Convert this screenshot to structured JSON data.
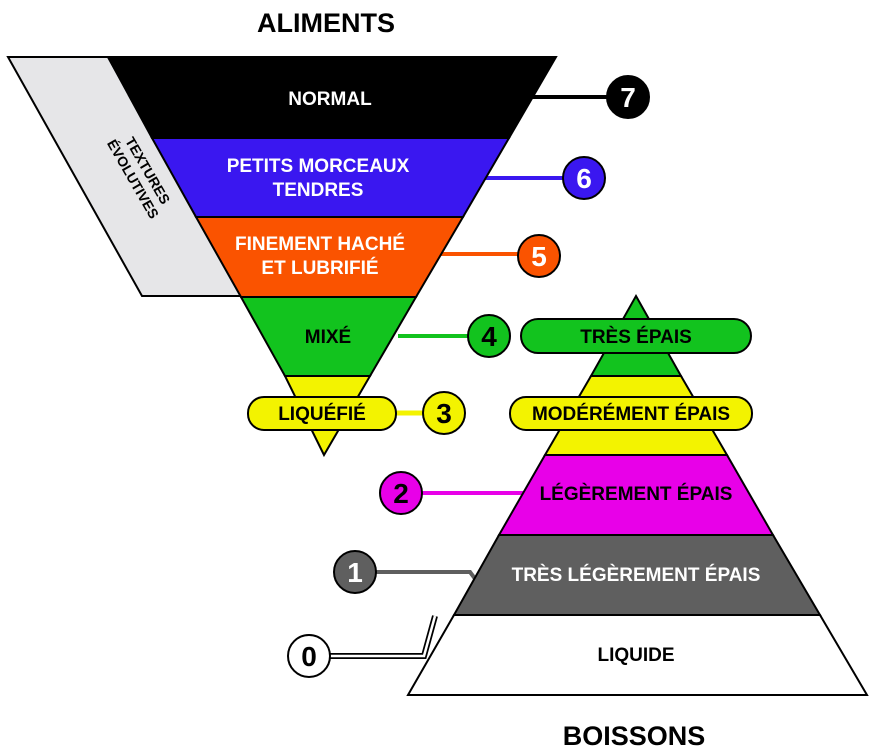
{
  "titles": {
    "top": "ALIMENTS",
    "bottom": "BOISSONS"
  },
  "side_label": {
    "line1": "TEXTURES",
    "line2": "ÉVOLUTIVES"
  },
  "levels": [
    {
      "number": "0",
      "food": "",
      "drink": "LIQUIDE",
      "color": "#ffffff",
      "num_text_color": "#000000"
    },
    {
      "number": "1",
      "food": "",
      "drink": "TRÈS LÉGÈREMENT ÉPAIS",
      "color": "#5f5f5f",
      "num_text_color": "#ffffff"
    },
    {
      "number": "2",
      "food": "",
      "drink": "LÉGÈREMENT ÉPAIS",
      "color": "#e800e8",
      "num_text_color": "#000000"
    },
    {
      "number": "3",
      "food": "LIQUÉFIÉ",
      "drink": "MODÉRÉMENT ÉPAIS",
      "color": "#f3f300",
      "num_text_color": "#000000"
    },
    {
      "number": "4",
      "food": "MIXÉ",
      "drink": "TRÈS ÉPAIS",
      "color": "#12c31e",
      "num_text_color": "#000000"
    },
    {
      "number": "5",
      "food": "FINEMENT HACHÉ|ET LUBRIFIÉ",
      "drink": "",
      "color": "#fa5300",
      "num_text_color": "#ffffff"
    },
    {
      "number": "6",
      "food": "PETITS MORCEAUX|TENDRES",
      "drink": "",
      "color": "#3a17f0",
      "num_text_color": "#ffffff"
    },
    {
      "number": "7",
      "food": "NORMAL",
      "drink": "",
      "color": "#000000",
      "num_text_color": "#ffffff"
    }
  ]
}
